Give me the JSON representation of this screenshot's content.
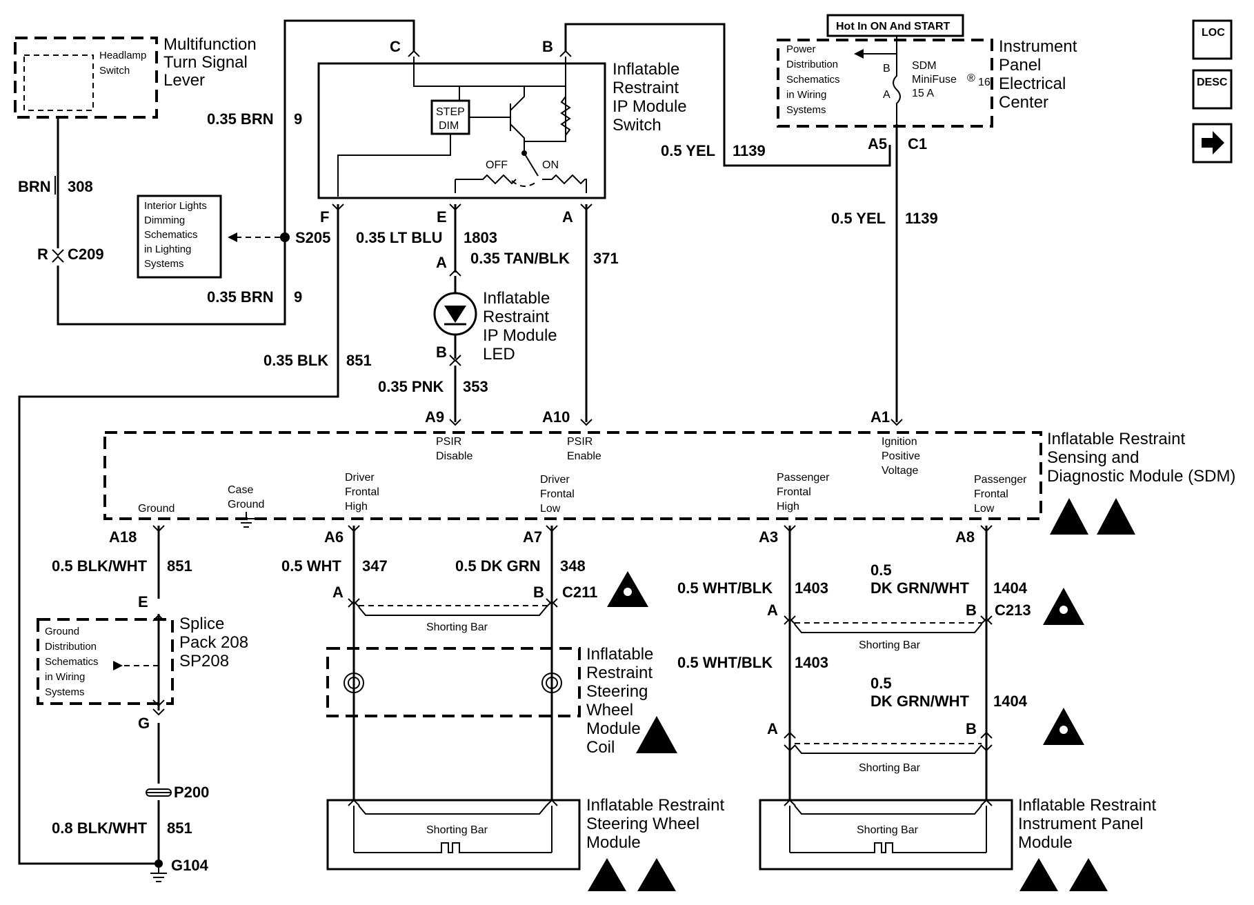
{
  "labels": {
    "multifunction": [
      "Multifunction",
      "Turn Signal",
      "Lever"
    ],
    "headlamp": [
      "Headlamp",
      "Switch"
    ],
    "brn": "BRN",
    "c308": "308",
    "r": "R",
    "c209": "C209",
    "brn035a": "0.35 BRN",
    "nine_a": "9",
    "brn035b": "0.35 BRN",
    "nine_b": "9",
    "s205": "S205",
    "dimming": [
      "Interior Lights",
      "Dimming",
      "Schematics",
      "in Lighting",
      "Systems"
    ],
    "pin_c": "C",
    "pin_b": "B",
    "step_dim": [
      "STEP",
      "DIM"
    ],
    "off": "OFF",
    "on": "ON",
    "ipswitch": [
      "Inflatable",
      "Restraint",
      "IP Module",
      "Switch"
    ],
    "pin_f": "F",
    "pin_e": "E",
    "pin_a": "A",
    "ltblu": "0.35 LT BLU",
    "c1803": "1803",
    "tanblk": "0.35 TAN/BLK",
    "c371": "371",
    "led_a": "A",
    "led_b": "B",
    "led": [
      "Inflatable",
      "Restraint",
      "IP Module",
      "LED"
    ],
    "blk035": "0.35 BLK",
    "c851a": "851",
    "pnk035": "0.35 PNK",
    "c353": "353",
    "a9": "A9",
    "a10": "A10",
    "a1": "A1",
    "hot": "Hot In ON And START",
    "pdist": [
      "Power",
      "Distribution",
      "Schematics",
      "in Wiring",
      "Systems"
    ],
    "fuse_b": "B",
    "fuse_a": "A",
    "sdm_fuse": [
      "SDM",
      "MiniFuse",
      "15 A"
    ],
    "fuse_reg": "®",
    "fuse_16": "16",
    "ipec": [
      "Instrument",
      "Panel",
      "Electrical",
      "Center"
    ],
    "yel05a": "0.5 YEL",
    "c1139a": "1139",
    "a5": "A5",
    "c1": "C1",
    "yel05b": "0.5 YEL",
    "c1139b": "1139",
    "loc": "LOC",
    "desc": "DESC",
    "psir_dis": [
      "PSIR",
      "Disable"
    ],
    "psir_en": [
      "PSIR",
      "Enable"
    ],
    "ign": [
      "Ignition",
      "Positive",
      "Voltage"
    ],
    "sdm": [
      "Inflatable Restraint",
      "Sensing and",
      "Diagnostic Module (SDM)"
    ],
    "ground": "Ground",
    "case_ground": [
      "Case",
      "Ground"
    ],
    "dfh": [
      "Driver",
      "Frontal",
      "High"
    ],
    "dfl": [
      "Driver",
      "Frontal",
      "Low"
    ],
    "pfh": [
      "Passenger",
      "Frontal",
      "High"
    ],
    "pfl": [
      "Passenger",
      "Frontal",
      "Low"
    ],
    "a18": "A18",
    "a6": "A6",
    "a7": "A7",
    "a3": "A3",
    "a8": "A8",
    "blkwht05": "0.5 BLK/WHT",
    "c851b": "851",
    "wht05": "0.5 WHT",
    "c347": "347",
    "dkgrn05": "0.5 DK GRN",
    "c348": "348",
    "whtblk_a": "0.5 WHT/BLK",
    "c1403a": "1403",
    "dkgw_a": [
      "0.5",
      "DK GRN/WHT"
    ],
    "c1404a": "1404",
    "whtblk_b": "0.5 WHT/BLK",
    "c1403b": "1403",
    "dkgw_b": [
      "0.5",
      "DK GRN/WHT"
    ],
    "c1404b": "1404",
    "spl_e": "E",
    "spl_g": "G",
    "splice": [
      "Splice",
      "Pack 208",
      "SP208"
    ],
    "gdist": [
      "Ground",
      "Distribution",
      "Schematics",
      "in Wiring",
      "Systems"
    ],
    "c211_a": "A",
    "c211_b": "B",
    "c211": "C211",
    "c213_a": "A",
    "c213_b": "B",
    "c213": "C213",
    "c213b_a": "A",
    "c213b_b": "B",
    "shorting": "Shorting Bar",
    "coil": [
      "Inflatable",
      "Restraint",
      "Steering",
      "Wheel",
      "Module",
      "Coil"
    ],
    "p200": "P200",
    "blkwht08": "0.8 BLK/WHT",
    "c851c": "851",
    "g104": "G104",
    "swm": [
      "Inflatable Restraint",
      "Steering Wheel",
      "Module"
    ],
    "ipm": [
      "Inflatable Restraint",
      "Instrument Panel",
      "Module"
    ]
  }
}
